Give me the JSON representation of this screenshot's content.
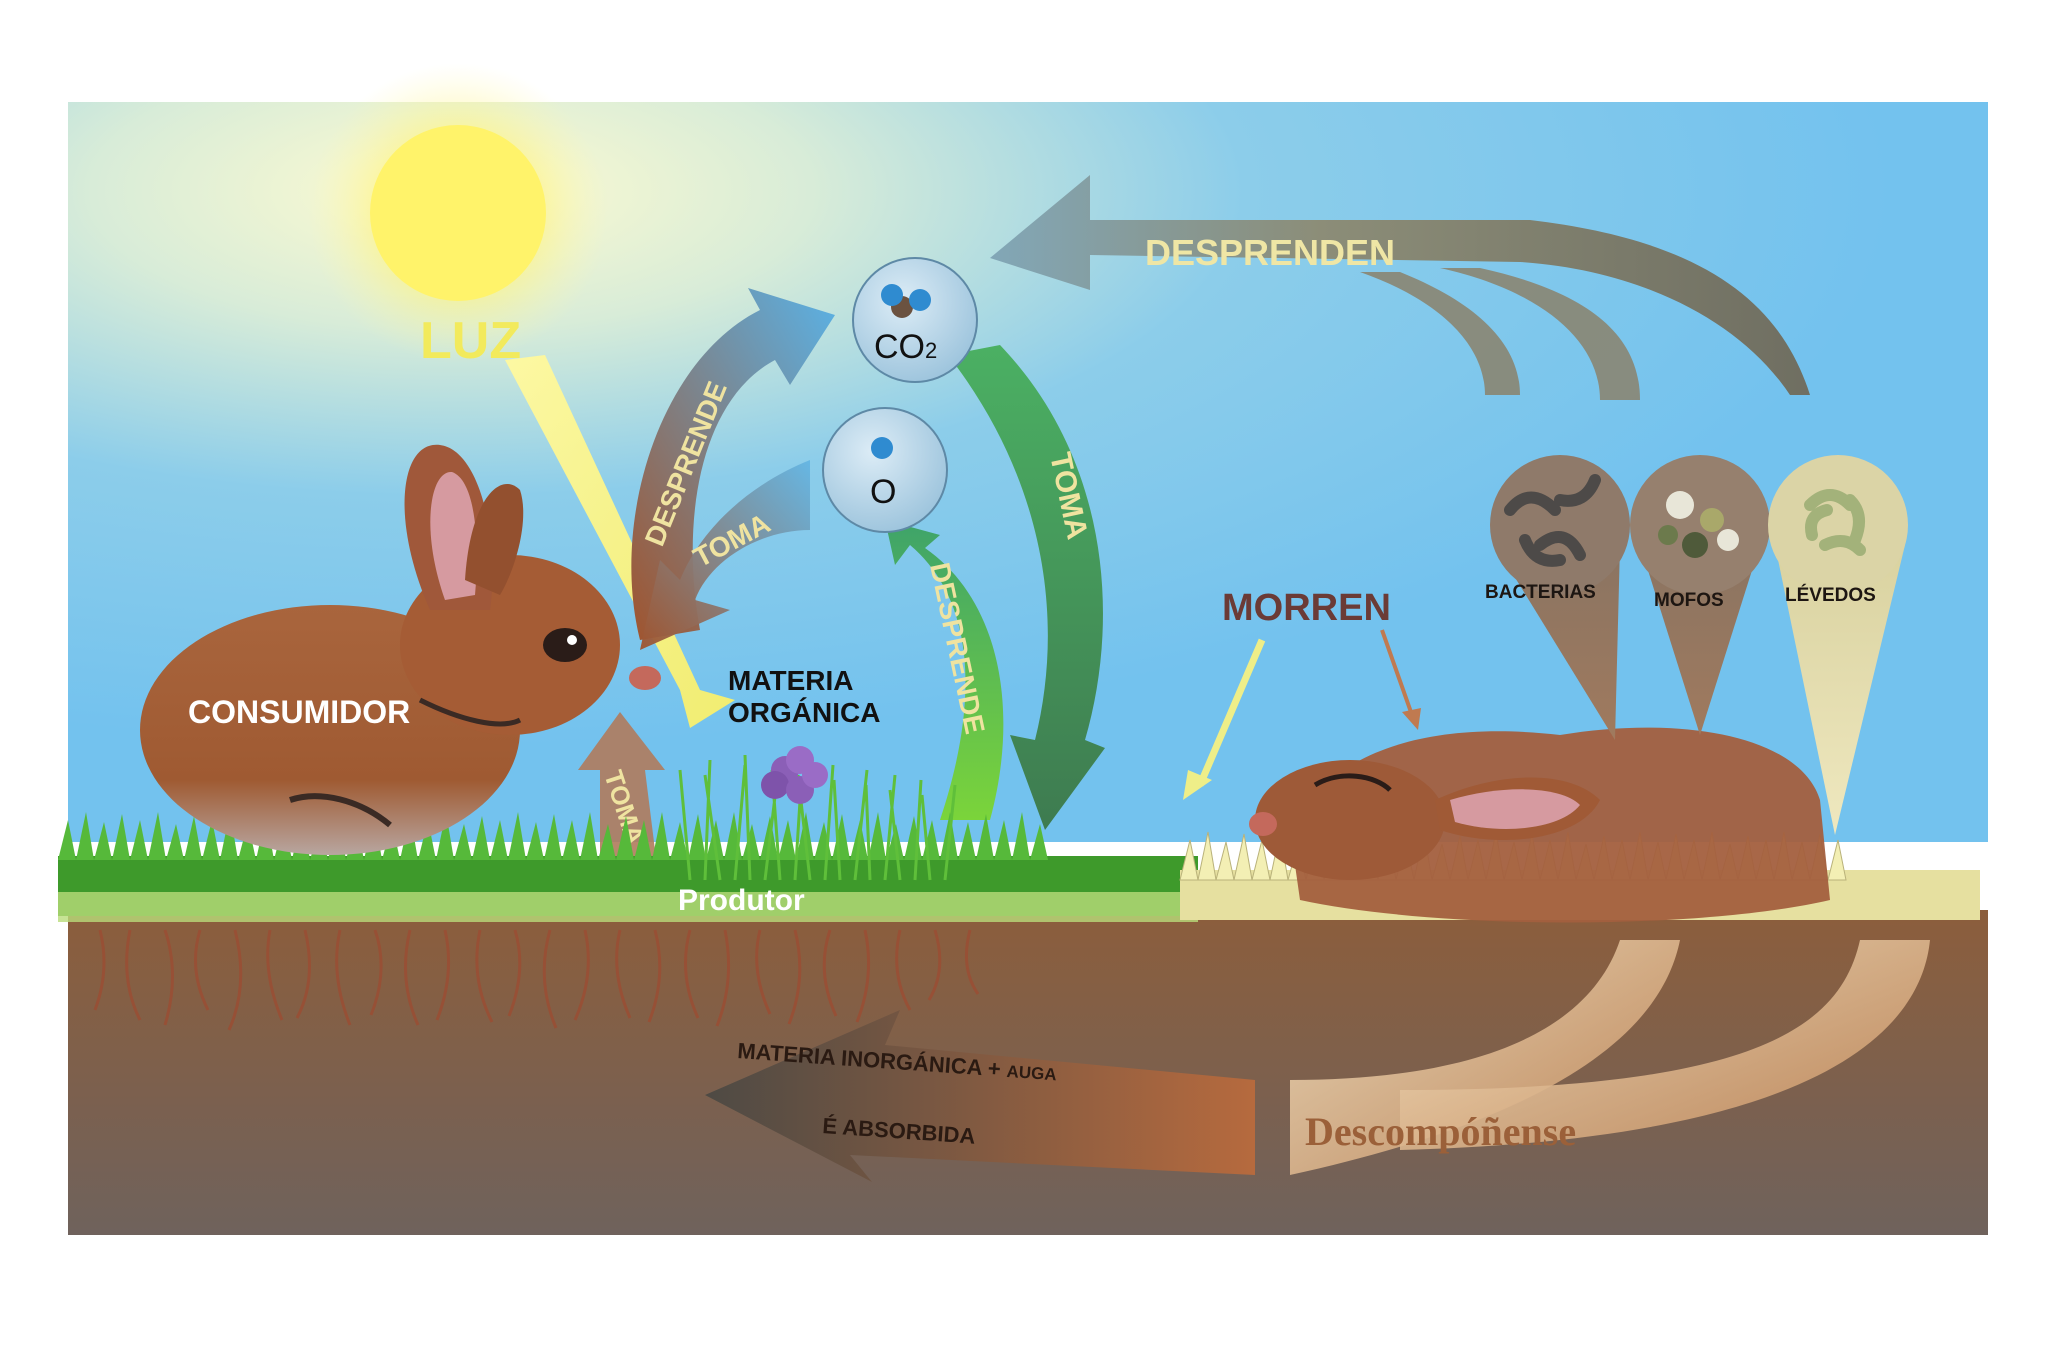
{
  "labels": {
    "luz": "LUZ",
    "co2_main": "CO",
    "co2_sub": "2",
    "oxygen": "O",
    "desprenden": "DESPRENDEN",
    "desprende_left": "DESPRENDE",
    "toma_left": "TOMA",
    "toma_right": "TOMA",
    "desprende_right": "DESPRENDE",
    "toma_bottom": "TOMA",
    "consumidor": "CONSUMIDOR",
    "materia_organica_1": "MATERIA",
    "materia_organica_2": "ORGÁNICA",
    "produtor": "Produtor",
    "morren": "MORREN",
    "bacterias": "BACTERIAS",
    "mofos": "MOFOS",
    "levedos": "LÉVEDOS",
    "descompo": "Descompóñense",
    "inorganica_1": "MATERIA INORGÁNICA + ",
    "inorganica_auga": "AUGA",
    "inorganica_2": "É   ABSORBIDA"
  },
  "colors": {
    "sky": "#73c2ee",
    "sun": "#fff06a",
    "soil_top": "#8c5e3c",
    "soil_bottom": "#6e5f55",
    "grass": "#4caf2a",
    "dry_grass": "#f3efb4",
    "rabbit": "#a45a33",
    "luz_text": "#f2ea5c",
    "desprenden_text": "#efe6a5",
    "morren_text": "#6b3b36",
    "descompo_text": "#9b6039"
  }
}
